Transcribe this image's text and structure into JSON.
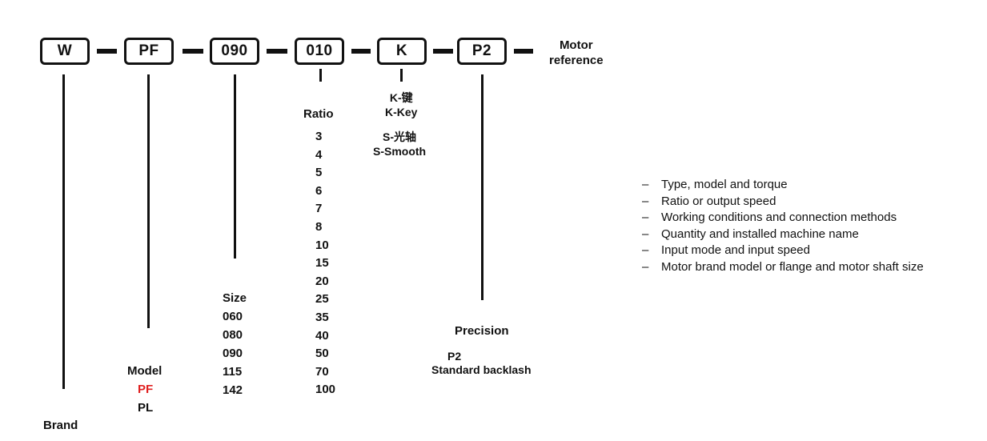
{
  "code": {
    "brand": "W",
    "model": "PF",
    "size": "090",
    "ratio": "010",
    "shaft": "K",
    "precision": "P2",
    "motor_reference": [
      "Motor",
      "reference"
    ]
  },
  "labels": {
    "brand": "Brand",
    "model": "Model",
    "size": "Size",
    "ratio": "Ratio",
    "precision": "Precision"
  },
  "model_options": [
    "PF",
    "PL"
  ],
  "size_options": [
    "060",
    "080",
    "090",
    "115",
    "142"
  ],
  "ratio_options": [
    "3",
    "4",
    "5",
    "6",
    "7",
    "8",
    "10",
    "15",
    "20",
    "25",
    "35",
    "40",
    "50",
    "70",
    "100"
  ],
  "shaft_options": [
    {
      "cn": "K-键",
      "en": "K-Key"
    },
    {
      "cn": "S-光轴",
      "en": "S-Smooth"
    }
  ],
  "precision_option": {
    "code": "P2",
    "desc": "Standard backlash"
  },
  "info_bullet": "–",
  "info_items": [
    "Type, model and torque",
    "Ratio or output speed",
    "Working conditions and connection methods",
    "Quantity and installed machine name",
    "Input mode and input speed",
    "Motor brand model or flange and motor shaft size"
  ],
  "colors": {
    "line": "#111111",
    "highlight": "#e02020"
  }
}
